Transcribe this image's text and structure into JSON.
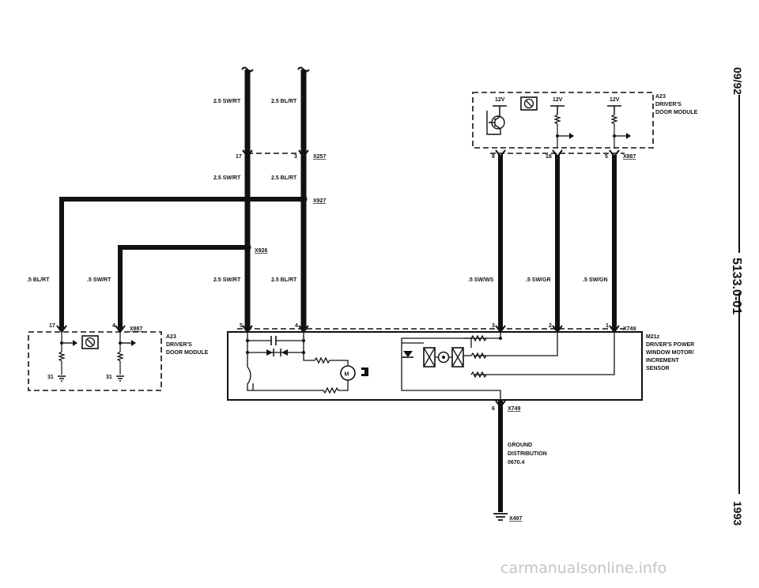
{
  "wires": {
    "top_left_upper": "2.5 SW/RT",
    "top_right_upper": "2.5 BL/RT",
    "top_left_mid": "2.5 SW/RT",
    "top_right_mid": "2.5 BL/RT",
    "left_outer": ".5 BL/RT",
    "left_inner": ".5 SW/RT",
    "center_left_lower": "2.5 SW/RT",
    "center_right_lower": "2.5 BL/RT",
    "right_a": ".5 SW/WS",
    "right_b": ".5 SW/GR",
    "right_c": ".5 SW/GN"
  },
  "connectors": {
    "x257": "X257",
    "x927": "X927",
    "x926": "X926",
    "x887_left": "X887",
    "x887_right": "X887",
    "x749_top": "X749",
    "x749_bottom": "X749",
    "x497": "X497"
  },
  "pins": {
    "p17_top": "17",
    "p3_top": "3",
    "p8": "8",
    "p18": "18",
    "p5_right": "5",
    "p17_left": "17",
    "p4_left": "4",
    "p5_bus": "5",
    "p4_bus": "4",
    "p3_bus": "3",
    "p2_bus": "2",
    "p1_bus": "1",
    "p31_a": "31",
    "p31_b": "31",
    "p6": "6"
  },
  "modules": {
    "right_door": {
      "code": "A23",
      "line1": "DRIVER'S",
      "line2": "DOOR MODULE"
    },
    "left_door": {
      "code": "A23",
      "line1": "DRIVER'S",
      "line2": "DOOR MODULE"
    },
    "motor": {
      "code": "M21z",
      "line1": "DRIVER'S POWER",
      "line2": "WINDOW MOTOR/",
      "line3": "INCREMENT",
      "line4": "SENSOR"
    },
    "ground": {
      "line1": "GROUND",
      "line2": "DISTRIBUTION",
      "line3": "0670.4"
    }
  },
  "voltages": {
    "v1": "12V",
    "v2": "12V",
    "v3": "12V"
  },
  "side": {
    "date": "09/92",
    "code": "5133.0-01",
    "year": "1993"
  },
  "watermark": "carmanualsonline.info",
  "icons": [
    "motor-icon",
    "control-unit-icon",
    "transistor-icon",
    "ground-icon",
    "diode-icon",
    "capacitor-icon",
    "resistor-icon",
    "hall-sensor-icon"
  ]
}
